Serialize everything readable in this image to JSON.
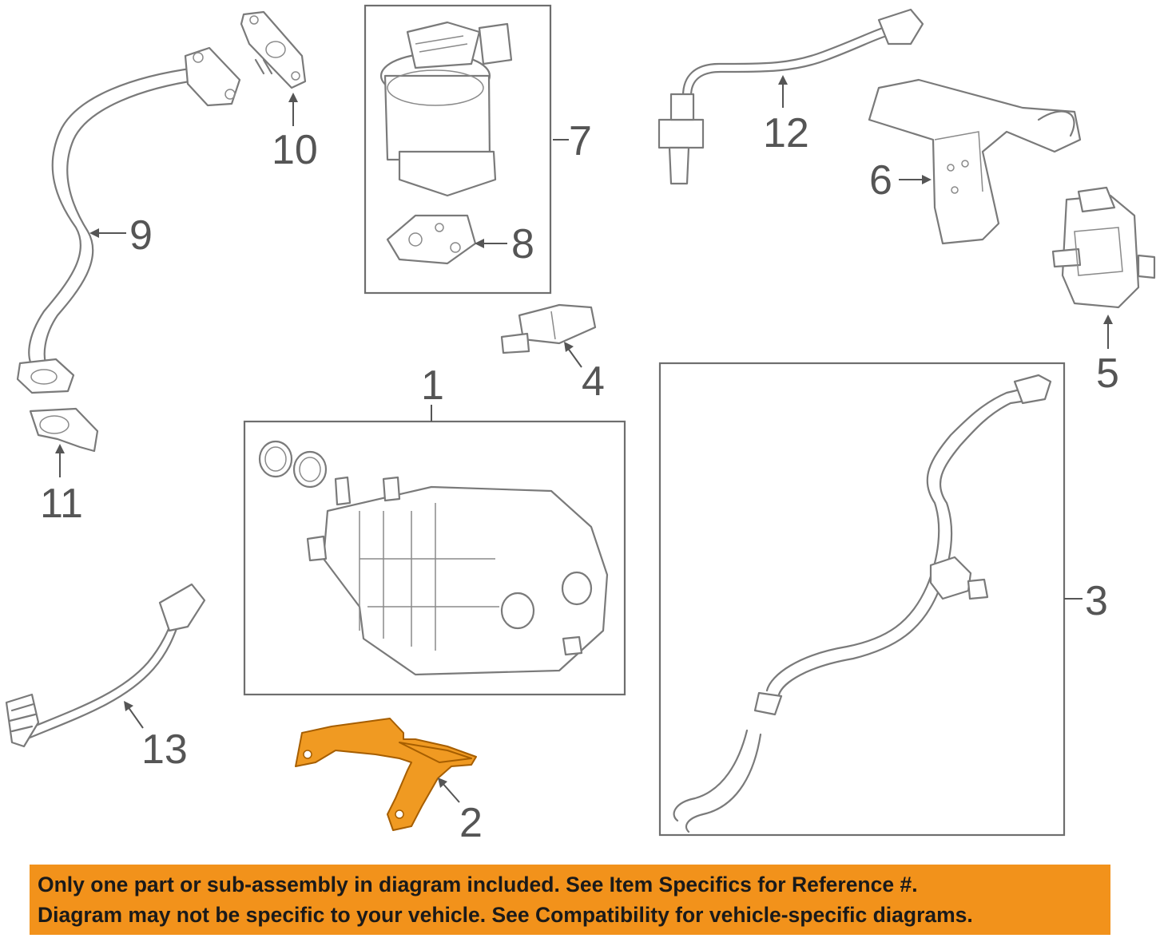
{
  "callouts": {
    "c1": "1",
    "c2": "2",
    "c3": "3",
    "c4": "4",
    "c5": "5",
    "c6": "6",
    "c7": "7",
    "c8": "8",
    "c9": "9",
    "c10": "10",
    "c11": "11",
    "c12": "12",
    "c13": "13"
  },
  "highlighted_part": "2",
  "colors": {
    "highlight": "#f09a22",
    "line_art": "#7a7a7a",
    "banner": "#f2921b"
  },
  "disclaimer": {
    "line1": "Only one part or sub-assembly in diagram included. See Item Specifics for Reference #.",
    "line2": "Diagram may not be specific to your vehicle. See Compatibility for vehicle-specific diagrams."
  }
}
